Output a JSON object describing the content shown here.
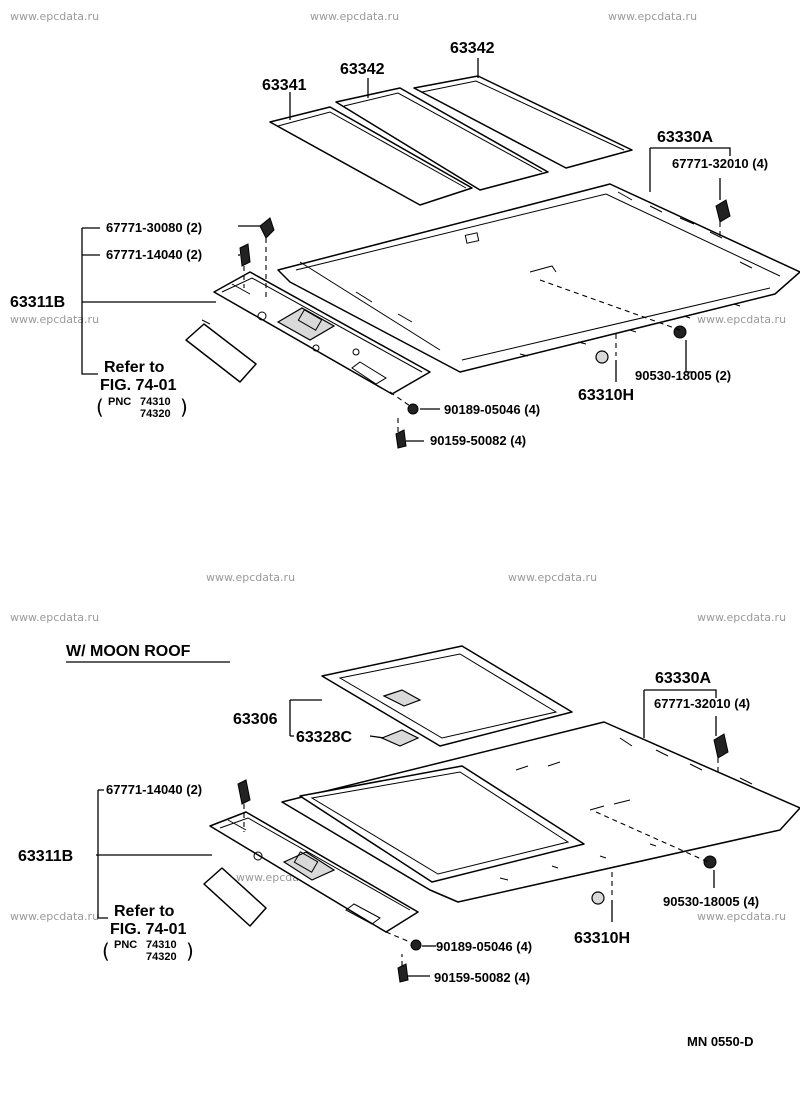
{
  "watermark": "www.epcdata.ru",
  "top": {
    "labels": {
      "visor_panel": "63341",
      "visor_panel_mid": "63342",
      "visor_panel_right": "63342",
      "headlining_top": "63330A",
      "clip_right": "67771-32010 (4)",
      "clip_a": "67771-30080 (2)",
      "clip_b": "67771-14040 (2)",
      "lining_front": "63311B",
      "refer_to": "Refer to",
      "fig": "FIG. 74-01",
      "pnc": "PNC",
      "pnc_a": "74310",
      "pnc_b": "74320",
      "retainer": "90530-18005 (2)",
      "cover": "63310H",
      "screw_a": "90189-05046 (4)",
      "screw_b": "90159-50082 (4)"
    }
  },
  "bottom": {
    "section_title": "W/ MOON  ROOF",
    "labels": {
      "headlining_top": "63330A",
      "clip_right": "67771-32010 (4)",
      "sunroof_panel": "63306",
      "sunroof_cover": "63328C",
      "clip_b": "67771-14040 (2)",
      "lining_front": "63311B",
      "refer_to": "Refer to",
      "fig": "FIG. 74-01",
      "pnc": "PNC",
      "pnc_a": "74310",
      "pnc_b": "74320",
      "retainer": "90530-18005 (4)",
      "cover": "63310H",
      "screw_a": "90189-05046 (4)",
      "screw_b": "90159-50082 (4)"
    }
  },
  "footer_code": "MN  0550-D"
}
